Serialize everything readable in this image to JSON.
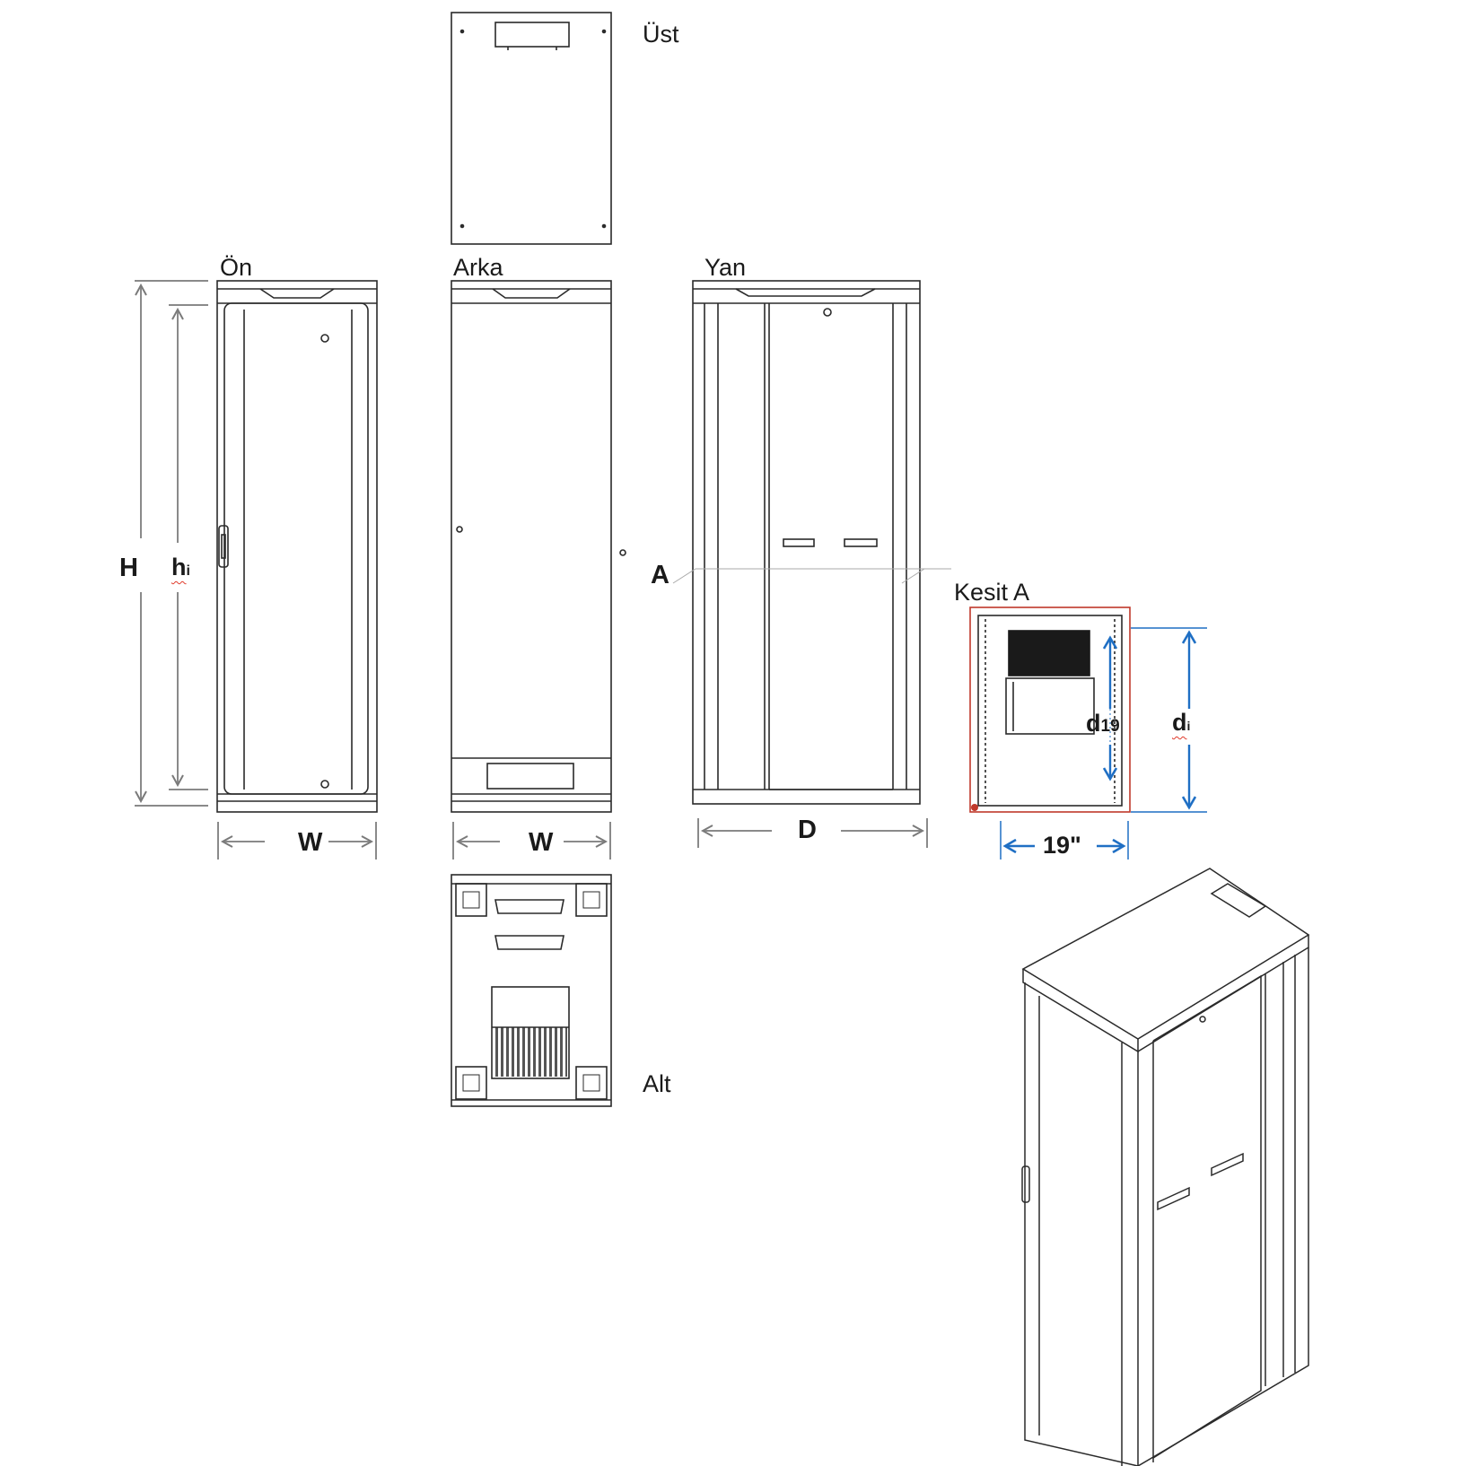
{
  "views": {
    "top_label": "Üst",
    "front_label": "Ön",
    "rear_label": "Arka",
    "side_label": "Yan",
    "bottom_label": "Alt",
    "section_label": "Kesit  A",
    "section_marker": "A"
  },
  "dimensions": {
    "height": "H",
    "inner_height_main": "h",
    "inner_height_sub": "i",
    "width_front": "W",
    "width_rear": "W",
    "depth": "D",
    "rack_depth_main": "d",
    "rack_depth_sub": "19",
    "inner_depth_main": "d",
    "inner_depth_sub": "i",
    "rack_width": "19\""
  },
  "colors": {
    "line": "#2a2a2a",
    "dimension_gray": "#8a8a8a",
    "dimension_blue": "#1f6fc4",
    "section_red": "#c0392b"
  }
}
